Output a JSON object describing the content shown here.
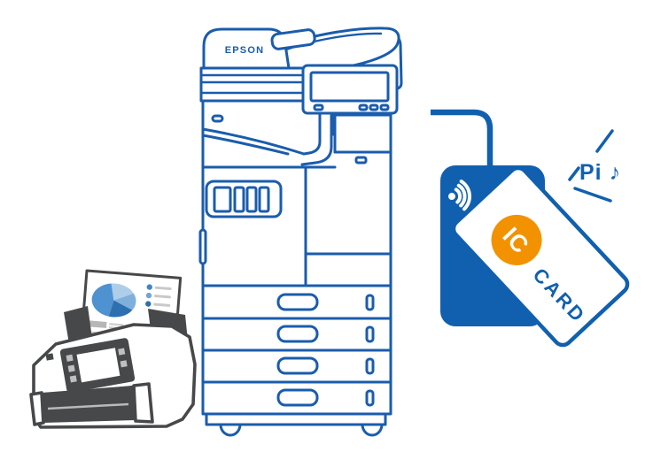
{
  "illustration": {
    "background": "#ffffff",
    "colors": {
      "printer_line_blue": "#1a5cad",
      "reader_blue": "#1160af",
      "ic_badge_orange": "#f39200",
      "scanner_gray": "#47484a",
      "document_line_gray": "#cdcdcd",
      "legend_line_gray": "#c9c9c9",
      "pie_blue_main": "#4e92d2",
      "pie_blue_dark": "#2d6faf",
      "pie_blue_light": "#7fb0dc",
      "pie_blue_pale": "#aecde9"
    }
  },
  "printer": {
    "brand_label": "EPSON",
    "paper_tray_count": 4,
    "ink_slot_count": 4,
    "panel_button_count": 4
  },
  "scanner": {
    "document": {
      "chart_type": "pie",
      "legend_item_count": 3,
      "text_block_count": 2
    }
  },
  "card_reader": {
    "card": {
      "badge_label": "IC",
      "card_label": "CARD"
    },
    "sound_effect_label": "Pi ♪"
  }
}
